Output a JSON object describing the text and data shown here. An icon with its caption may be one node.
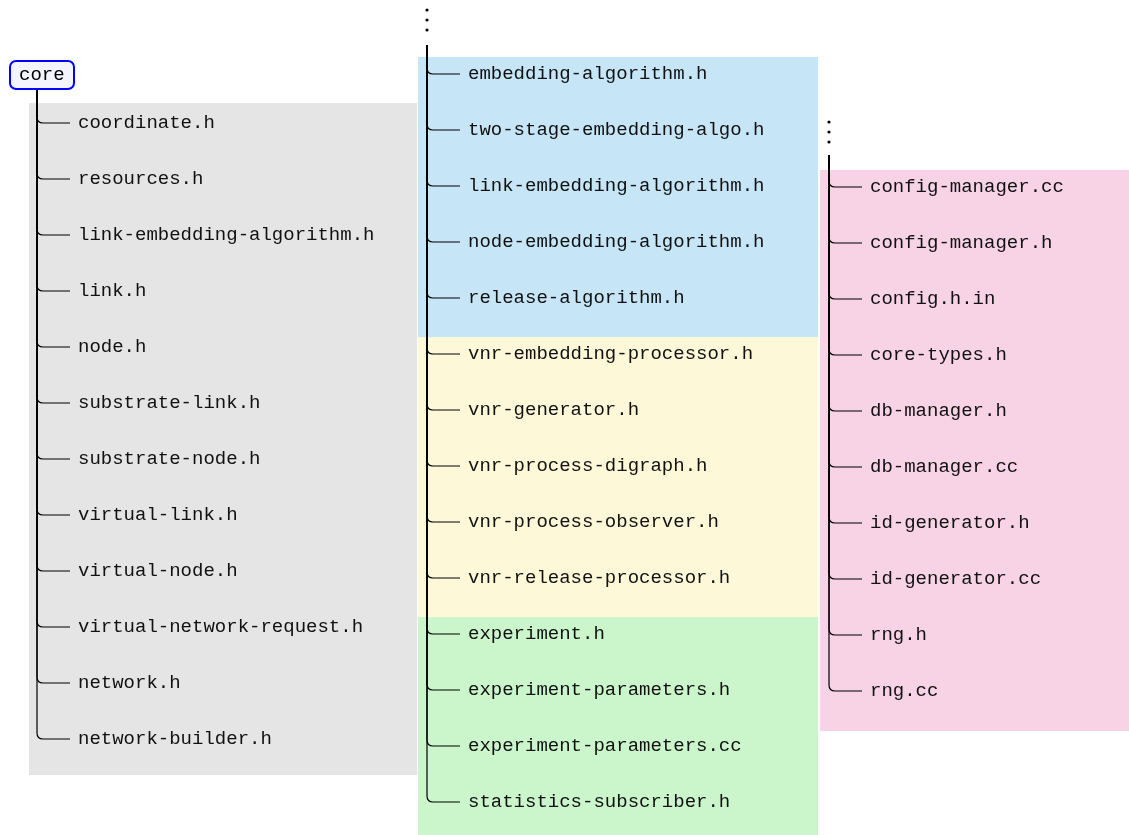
{
  "diagram": {
    "nodes": [
      {
        "text": [
          "core"
        ]
      },
      {
        "text": [
          "coordinate.h"
        ]
      },
      {
        "text": [
          "resources.h"
        ]
      },
      {
        "text": [
          "link-embedding-algorithm.h"
        ]
      },
      {
        "text": [
          "link.h"
        ]
      },
      {
        "text": [
          "node.h"
        ]
      },
      {
        "text": [
          "substrate-link.h"
        ]
      },
      {
        "text": [
          "substrate-node.h"
        ]
      },
      {
        "text": [
          "virtual-link.h"
        ]
      },
      {
        "text": [
          "virtual-node.h"
        ]
      },
      {
        "text": [
          "virtual-network-request.h"
        ]
      },
      {
        "text": [
          "network.h"
        ]
      },
      {
        "text": [
          "network-builder.h"
        ]
      },
      {
        "text": [
          "embedding-algorithm.h"
        ]
      },
      {
        "text": [
          "two-stage-embedding-algo.h"
        ]
      },
      {
        "text": [
          "link-embedding-algorithm.h"
        ]
      },
      {
        "text": [
          "node-embedding-algorithm.h"
        ]
      },
      {
        "text": [
          "release-algorithm.h"
        ]
      },
      {
        "text": [
          "vnr-embedding-processor.h"
        ]
      },
      {
        "text": [
          "vnr-generator.h"
        ]
      },
      {
        "text": [
          "vnr-process-digraph.h"
        ]
      },
      {
        "text": [
          "vnr-process-observer.h"
        ]
      },
      {
        "text": [
          "vnr-release-processor.h"
        ]
      },
      {
        "text": [
          "experiment.h"
        ]
      },
      {
        "text": [
          "experiment-parameters.h"
        ]
      },
      {
        "text": [
          "experiment-parameters.cc"
        ]
      },
      {
        "text": [
          "statistics-subscriber.h"
        ]
      },
      {
        "text": [
          "config-manager.cc"
        ]
      },
      {
        "text": [
          "config-manager.h"
        ]
      },
      {
        "text": [
          "config.h.in"
        ]
      },
      {
        "text": [
          "core-types.h"
        ]
      },
      {
        "text": [
          "db-manager.h"
        ]
      },
      {
        "text": [
          "db-manager.cc"
        ]
      },
      {
        "text": [
          "id-generator.h"
        ]
      },
      {
        "text": [
          "id-generator.cc"
        ]
      },
      {
        "text": [
          "rng.h"
        ]
      },
      {
        "text": [
          "rng.cc"
        ]
      }
    ],
    "edges": [
      {
        "from": 0,
        "to": 1,
        "arrow": "none"
      },
      {
        "from": 0,
        "to": 2,
        "arrow": "none"
      },
      {
        "from": 0,
        "to": 3,
        "arrow": "none"
      },
      {
        "from": 0,
        "to": 4,
        "arrow": "none"
      },
      {
        "from": 0,
        "to": 5,
        "arrow": "none"
      },
      {
        "from": 0,
        "to": 6,
        "arrow": "none"
      },
      {
        "from": 0,
        "to": 7,
        "arrow": "none"
      },
      {
        "from": 0,
        "to": 8,
        "arrow": "none"
      },
      {
        "from": 0,
        "to": 9,
        "arrow": "none"
      },
      {
        "from": 0,
        "to": 10,
        "arrow": "none"
      },
      {
        "from": 0,
        "to": 11,
        "arrow": "none"
      },
      {
        "from": 0,
        "to": 12,
        "arrow": "none"
      },
      {
        "from": null,
        "to": 13,
        "arrow": "none"
      },
      {
        "from": null,
        "to": 14,
        "arrow": "none"
      },
      {
        "from": null,
        "to": 15,
        "arrow": "none"
      },
      {
        "from": null,
        "to": 16,
        "arrow": "none"
      },
      {
        "from": null,
        "to": 17,
        "arrow": "none"
      },
      {
        "from": null,
        "to": 18,
        "arrow": "none"
      },
      {
        "from": null,
        "to": 19,
        "arrow": "none"
      },
      {
        "from": null,
        "to": 20,
        "arrow": "none"
      },
      {
        "from": null,
        "to": 21,
        "arrow": "none"
      },
      {
        "from": null,
        "to": 22,
        "arrow": "none"
      },
      {
        "from": null,
        "to": 23,
        "arrow": "none"
      },
      {
        "from": null,
        "to": 24,
        "arrow": "none"
      },
      {
        "from": null,
        "to": 25,
        "arrow": "none"
      },
      {
        "from": null,
        "to": 26,
        "arrow": "none"
      },
      {
        "from": null,
        "to": 27,
        "arrow": "none"
      },
      {
        "from": null,
        "to": 28,
        "arrow": "none"
      },
      {
        "from": null,
        "to": 29,
        "arrow": "none"
      },
      {
        "from": null,
        "to": 30,
        "arrow": "none"
      },
      {
        "from": null,
        "to": 31,
        "arrow": "none"
      },
      {
        "from": null,
        "to": 32,
        "arrow": "none"
      },
      {
        "from": null,
        "to": 33,
        "arrow": "none"
      },
      {
        "from": null,
        "to": 34,
        "arrow": "none"
      },
      {
        "from": null,
        "to": 35,
        "arrow": "none"
      },
      {
        "from": null,
        "to": 36,
        "arrow": "none"
      }
    ]
  }
}
